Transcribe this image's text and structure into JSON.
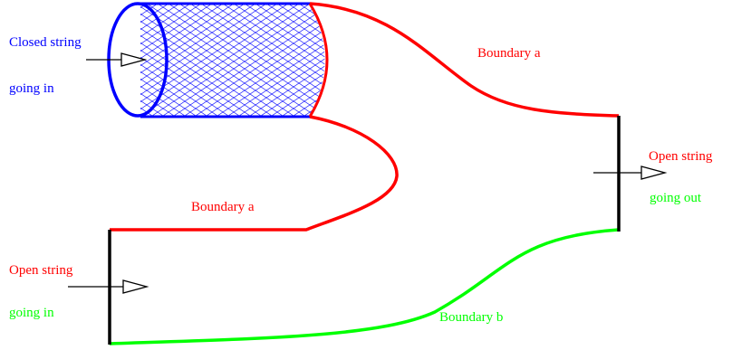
{
  "colors": {
    "closed": "#0000ff",
    "boundary_a": "#ff0000",
    "boundary_b": "#00ff00",
    "open_edge": "#000000"
  },
  "labels": {
    "closed_line1": "Closed string",
    "closed_line2": "going in",
    "boundary_a_top": "Boundary a",
    "boundary_a_bottom": "Boundary a",
    "open_out_line1": "Open string",
    "open_out_line2": "going out",
    "open_in_line1": "Open string",
    "open_in_line2": "going in",
    "boundary_b": "Boundary b"
  }
}
